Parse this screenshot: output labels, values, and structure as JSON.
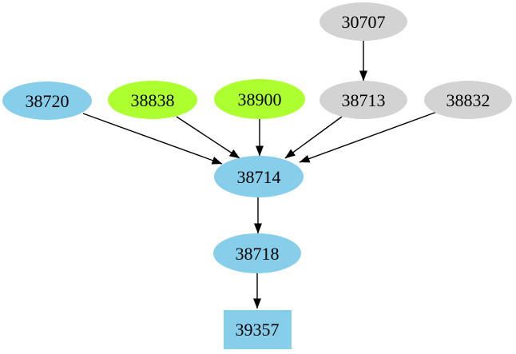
{
  "diagram": {
    "type": "directed-graph",
    "background": "#ffffff",
    "colors": {
      "gray": "#d3d3d3",
      "blue": "#87ceeb",
      "green": "#adff2f",
      "edge": "#000000",
      "text": "#000000"
    },
    "nodes": {
      "n30707": {
        "label": "30707",
        "shape": "ellipse",
        "fill": "#d3d3d3"
      },
      "n38720": {
        "label": "38720",
        "shape": "ellipse",
        "fill": "#87ceeb"
      },
      "n38838": {
        "label": "38838",
        "shape": "ellipse",
        "fill": "#adff2f"
      },
      "n38900": {
        "label": "38900",
        "shape": "ellipse",
        "fill": "#adff2f"
      },
      "n38713": {
        "label": "38713",
        "shape": "ellipse",
        "fill": "#d3d3d3"
      },
      "n38832": {
        "label": "38832",
        "shape": "ellipse",
        "fill": "#d3d3d3"
      },
      "n38714": {
        "label": "38714",
        "shape": "ellipse",
        "fill": "#87ceeb"
      },
      "n38718": {
        "label": "38718",
        "shape": "ellipse",
        "fill": "#87ceeb"
      },
      "n39357": {
        "label": "39357",
        "shape": "box",
        "fill": "#87ceeb"
      }
    },
    "edges": [
      {
        "from": "30707",
        "to": "38713"
      },
      {
        "from": "38720",
        "to": "38714"
      },
      {
        "from": "38838",
        "to": "38714"
      },
      {
        "from": "38900",
        "to": "38714"
      },
      {
        "from": "38713",
        "to": "38714"
      },
      {
        "from": "38832",
        "to": "38714"
      },
      {
        "from": "38714",
        "to": "38718"
      },
      {
        "from": "38718",
        "to": "39357"
      }
    ]
  }
}
